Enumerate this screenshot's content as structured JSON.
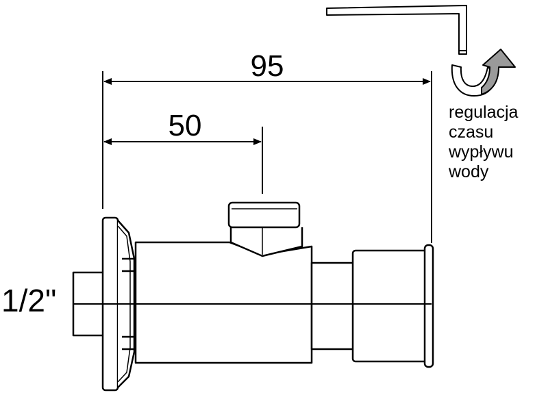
{
  "dimensions": {
    "overall": "95",
    "to_spindle": "50"
  },
  "thread_size": "1/2\"",
  "adjustment_note": {
    "lines": [
      "regulacja",
      "czasu",
      "wypływu",
      "wody"
    ]
  },
  "icons": {
    "tool": "hex-key-icon",
    "rotation": "rotate-arrow-icon"
  }
}
